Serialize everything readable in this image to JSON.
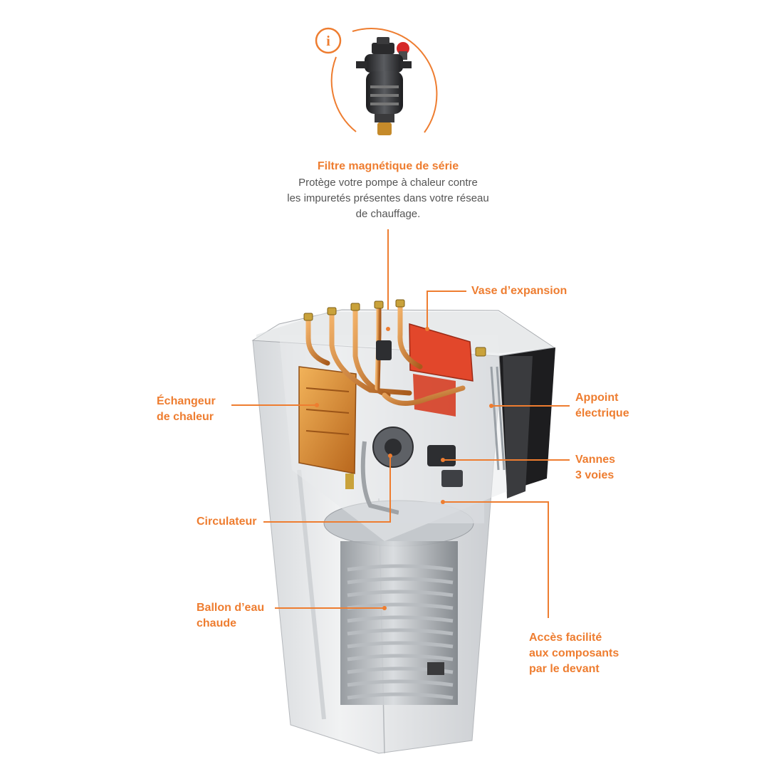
{
  "colors": {
    "accent": "#ee7d30",
    "body_text": "#555555",
    "casing": "#e6e8ea",
    "casing_dark": "#1d1d1f"
  },
  "info_icon": {
    "glyph": "i",
    "name": "info-icon"
  },
  "filter": {
    "title": "Filtre magnétique de série",
    "description_lines": [
      "Protège votre pompe à chaleur contre",
      "les impuretés présentes dans votre réseau",
      "de chauffage."
    ]
  },
  "labels": {
    "vase": [
      "Vase d’expansion"
    ],
    "echangeur": [
      "Échangeur",
      "de chaleur"
    ],
    "appoint": [
      "Appoint",
      "électrique"
    ],
    "vannes": [
      "Vannes",
      "3 voies"
    ],
    "circulateur": [
      "Circulateur"
    ],
    "ballon": [
      "Ballon d’eau",
      "chaude"
    ],
    "acces": [
      "Accès facilité",
      "aux composants",
      "par le devant"
    ]
  }
}
